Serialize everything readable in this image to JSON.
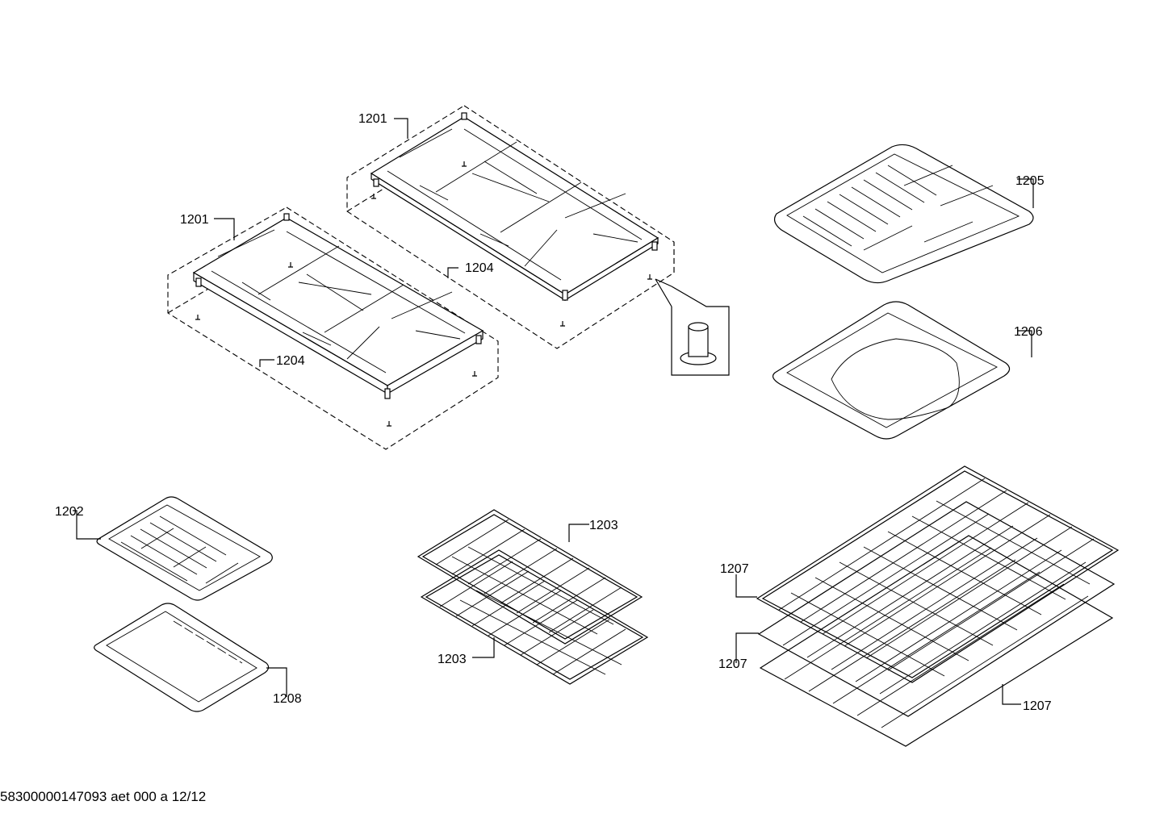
{
  "labels": {
    "grate_top": "1201",
    "grate_left": "1201",
    "frame_top": "1204",
    "frame_left": "1204",
    "broiler_pan_large": "1205",
    "roasting_pan": "1206",
    "broiler_pan_small": "1202",
    "small_pan": "1208",
    "rack_a_top": "1203",
    "rack_a_bottom": "1203",
    "rack_b_top": "1207",
    "rack_b_middle": "1207",
    "rack_b_bottom": "1207"
  },
  "footer_text": "58300000147093 aet 000 a 12/12"
}
